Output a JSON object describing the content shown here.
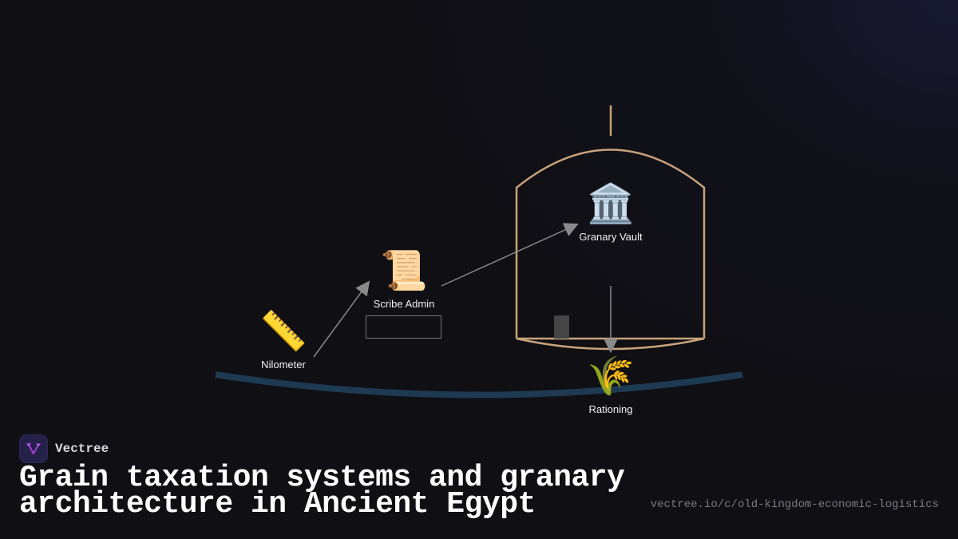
{
  "brand": {
    "name": "Vectree",
    "logo_icon": "vectree-fork-icon",
    "accent": "#a23fd6"
  },
  "title": {
    "line1": "Grain taxation systems and granary",
    "line2": "architecture in Ancient Egypt"
  },
  "url": "vectree.io/c/old-kingdom-economic-logistics",
  "colors": {
    "background": "#0f0f14",
    "granary_outline": "#c8a37a",
    "river": "#1e3a52",
    "arrow": "#8a8a8a",
    "box_outline": "#7a7a7a",
    "label": "#f2f2f2"
  },
  "diagram": {
    "nodes": [
      {
        "id": "nilometer",
        "label": "Nilometer",
        "icon": "📏",
        "icon_name": "ruler-icon"
      },
      {
        "id": "scribe",
        "label": "Scribe Admin",
        "icon": "📜",
        "icon_name": "scroll-icon"
      },
      {
        "id": "granary",
        "label": "Granary Vault",
        "icon": "🏛️",
        "icon_name": "classical-building-icon"
      },
      {
        "id": "rationing",
        "label": "Rationing",
        "icon": "🌾",
        "icon_name": "sheaf-of-grain-icon"
      }
    ],
    "edges": [
      {
        "from": "nilometer",
        "to": "scribe"
      },
      {
        "from": "scribe",
        "to": "granary"
      },
      {
        "from": "granary",
        "to": "rationing"
      }
    ]
  }
}
